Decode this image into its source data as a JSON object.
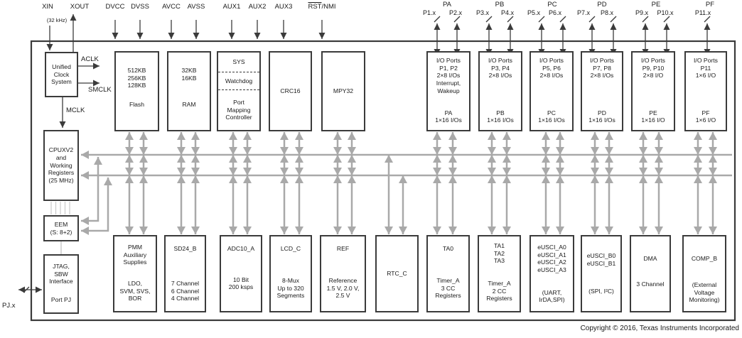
{
  "labels": {
    "xin": "XIN",
    "xout": "XOUT",
    "xtal_freq": "(32 kHz)",
    "dvcc": "DVCC",
    "dvss": "DVSS",
    "avcc": "AVCC",
    "avss": "AVSS",
    "aux1": "AUX1",
    "aux2": "AUX2",
    "aux3": "AUX3",
    "rst_bar": "RST",
    "rst_rest": "/NMI",
    "aclk": "ACLK",
    "smclk": "SMCLK",
    "mclk": "MCLK",
    "pj": "PJ.x"
  },
  "port_groups": [
    {
      "name": "PA",
      "pins": [
        "P1.x",
        "P2.x"
      ]
    },
    {
      "name": "PB",
      "pins": [
        "P3.x",
        "P4.x"
      ]
    },
    {
      "name": "PC",
      "pins": [
        "P5.x",
        "P6.x"
      ]
    },
    {
      "name": "PD",
      "pins": [
        "P7.x",
        "P8.x"
      ]
    },
    {
      "name": "PE",
      "pins": [
        "P9.x",
        "P10.x"
      ]
    },
    {
      "name": "PF",
      "pins": [
        "P11.x"
      ]
    }
  ],
  "blocks": {
    "clock": {
      "center": [
        "Unified",
        "Clock",
        "System"
      ]
    },
    "flash": {
      "top": [
        "512KB",
        "256KB",
        "128KB"
      ],
      "bottom": [
        "Flash"
      ]
    },
    "ram": {
      "top": [
        "32KB",
        "16KB"
      ],
      "bottom": [
        "RAM"
      ]
    },
    "sys": {
      "sections": [
        [
          "SYS"
        ],
        [
          "Watchdog"
        ],
        [
          "Port",
          "Mapping",
          "Controller"
        ]
      ]
    },
    "crc": {
      "center": [
        "CRC16"
      ]
    },
    "mpy": {
      "center": [
        "MPY32"
      ]
    },
    "io_pa": {
      "top": [
        "I/O Ports",
        "P1, P2",
        "2×8 I/Os",
        "Interrupt,",
        "Wakeup"
      ],
      "bottom": [
        "PA",
        "1×16 I/Os"
      ]
    },
    "io_pb": {
      "top": [
        "I/O Ports",
        "P3, P4",
        "2×8 I/Os"
      ],
      "bottom": [
        "PB",
        "1×16 I/Os"
      ]
    },
    "io_pc": {
      "top": [
        "I/O Ports",
        "P5, P6",
        "2×8 I/Os"
      ],
      "bottom": [
        "PC",
        "1×16 I/Os"
      ]
    },
    "io_pd": {
      "top": [
        "I/O Ports",
        "P7, P8",
        "2×8 I/Os"
      ],
      "bottom": [
        "PD",
        "1×16 I/Os"
      ]
    },
    "io_pe": {
      "top": [
        "I/O Ports",
        "P9, P10",
        "2×8 I/O"
      ],
      "bottom": [
        "PE",
        "1×16 I/O"
      ]
    },
    "io_pf": {
      "top": [
        "I/O Ports",
        "P11",
        "1×6 I/O"
      ],
      "bottom": [
        "PF",
        "1×6 I/O"
      ]
    },
    "cpu": {
      "center": [
        "CPUXV2",
        "and",
        "Working",
        "Registers",
        "(25 MHz)"
      ]
    },
    "eem": {
      "center": [
        "EEM",
        "(S: 8+2)"
      ]
    },
    "jtag": {
      "top": [
        "JTAG,",
        "SBW",
        "Interface"
      ],
      "bottom": [
        "Port PJ"
      ]
    },
    "pmm": {
      "top": [
        "PMM",
        "Auxiliary",
        "Supplies"
      ],
      "bottom": [
        "LDO,",
        "SVM, SVS,",
        "BOR"
      ]
    },
    "sd24": {
      "top": [
        "SD24_B"
      ],
      "bottom": [
        "7 Channel",
        "6 Channel",
        "4 Channel"
      ]
    },
    "adc": {
      "top": [
        "ADC10_A"
      ],
      "bottom": [
        "10 Bit",
        "200 ksps"
      ]
    },
    "lcd": {
      "top": [
        "LCD_C"
      ],
      "bottom": [
        "8-Mux",
        "Up to 320",
        "Segments"
      ]
    },
    "ref": {
      "top": [
        "REF"
      ],
      "bottom": [
        "Reference",
        "1.5 V, 2.0 V,",
        "2.5 V"
      ]
    },
    "rtc": {
      "center": [
        "RTC_C"
      ]
    },
    "ta0": {
      "top": [
        "TA0"
      ],
      "bottom": [
        "Timer_A",
        "3 CC",
        "Registers"
      ]
    },
    "ta123": {
      "top": [
        "TA1",
        "TA2",
        "TA3"
      ],
      "bottom": [
        "Timer_A",
        "2 CC",
        "Registers"
      ]
    },
    "usci_a": {
      "top": [
        "eUSCI_A0",
        "eUSCI_A1",
        "eUSCI_A2",
        "eUSCI_A3"
      ],
      "bottom": [
        "(UART,",
        "IrDA,SPI)"
      ]
    },
    "usci_b": {
      "top": [
        "eUSCI_B0",
        "eUSCI_B1"
      ],
      "bottom": [
        "(SPI, I²C)"
      ]
    },
    "dma": {
      "top": [
        "DMA"
      ],
      "bottom": [
        "3 Channel"
      ]
    },
    "comp": {
      "top": [
        "COMP_B"
      ],
      "bottom": [
        "(External",
        "Voltage",
        "Monitoring)"
      ]
    }
  },
  "footer": {
    "copyright": "Copyright © 2016, Texas Instruments Incorporated"
  },
  "colors": {
    "line_dark": "#3b3b3b",
    "bus_gray": "#a9a9a9",
    "text": "#1a1a1a"
  }
}
